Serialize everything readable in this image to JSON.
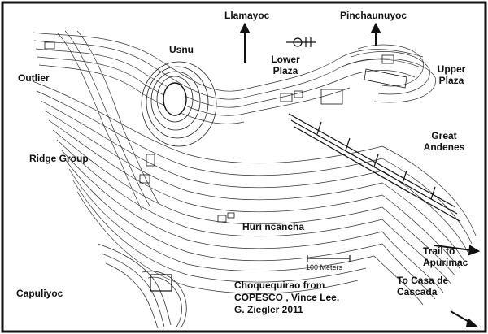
{
  "labels": {
    "llamayoc": "Llamayoc",
    "pinchaunuyoc": "Pinchaunuyoc",
    "usnu": "Usnu",
    "lower_plaza": "Lower Plaza",
    "upper_plaza": "Upper Plaza",
    "outlier": "Outlier",
    "ridge_group": "Ridge Group",
    "great_andenes": "Great Andenes",
    "hurincancha": "Huri ncancha",
    "trail_apurimac": "Trail to Apurimac",
    "capuliyoc": "Capuliyoc",
    "casa_cascada": "To Casa de Cascada",
    "scale_bar": "100 Meters",
    "credit": "Choquequirao from COPESCO , Vince Lee, G. Ziegler 2011"
  },
  "colors": {
    "ink": "#111111",
    "contour": "#333333",
    "background": "#ffffff"
  },
  "icons": {
    "north_symbol": "north-arrow-icon",
    "direction_arrows": "direction-arrow-icon"
  }
}
